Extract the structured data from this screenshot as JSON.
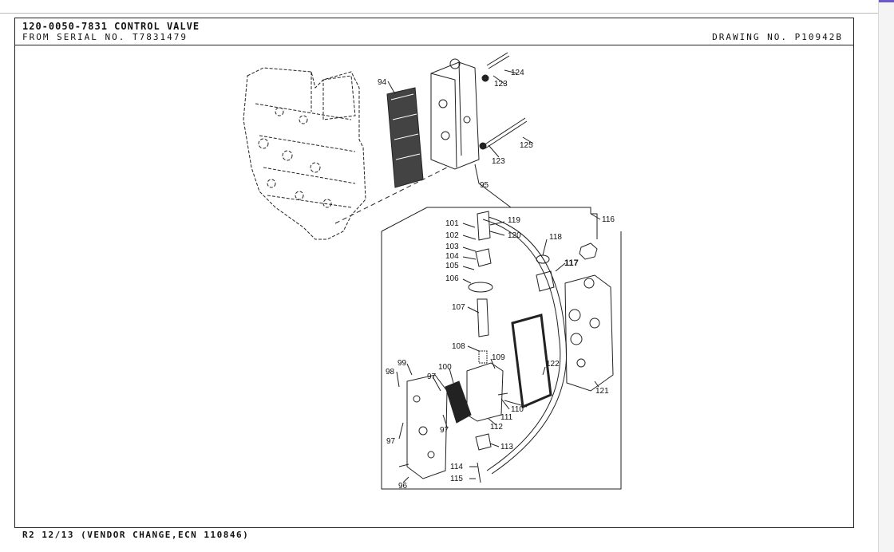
{
  "header": {
    "title": "120-0050-7831  CONTROL VALVE",
    "serial": "FROM  SERIAL  NO.  T7831479",
    "drawing_no": "DRAWING  NO.  P10942B"
  },
  "footer": {
    "revision": "R2  12/13  (VENDOR  CHANGE,ECN  110846)"
  },
  "callouts": {
    "c94": "94",
    "c95": "95",
    "c96": "96",
    "c97a": "97",
    "c97b": "97",
    "c97c": "97",
    "c98": "98",
    "c99": "99",
    "c100": "100",
    "c101": "101",
    "c102": "102",
    "c103": "103",
    "c104": "104",
    "c105": "105",
    "c106": "106",
    "c107": "107",
    "c108": "108",
    "c109": "109",
    "c110": "110",
    "c111": "111",
    "c112": "112",
    "c113": "113",
    "c114": "114",
    "c115": "115",
    "c116": "116",
    "c117": "117",
    "c118": "118",
    "c119": "119",
    "c120": "120",
    "c121": "121",
    "c122": "122",
    "c123a": "123",
    "c123b": "123",
    "c124": "124",
    "c125": "125"
  }
}
